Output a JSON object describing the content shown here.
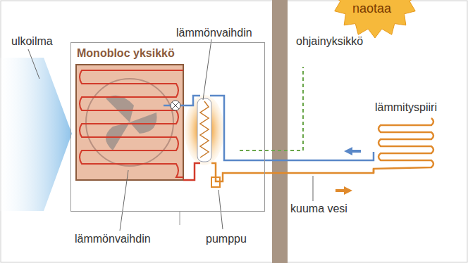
{
  "diagram": {
    "nodes": [
      {
        "text": [
          "Monobloc yksikkö"
        ]
      }
    ],
    "labels": [
      "naotaa",
      "ulkoilma",
      "lämmönvaihdin",
      "ohjainyksikkö",
      "lämmityspiiri",
      "kuuma vesi",
      "lämmönvaihdin",
      "pumppu"
    ]
  }
}
